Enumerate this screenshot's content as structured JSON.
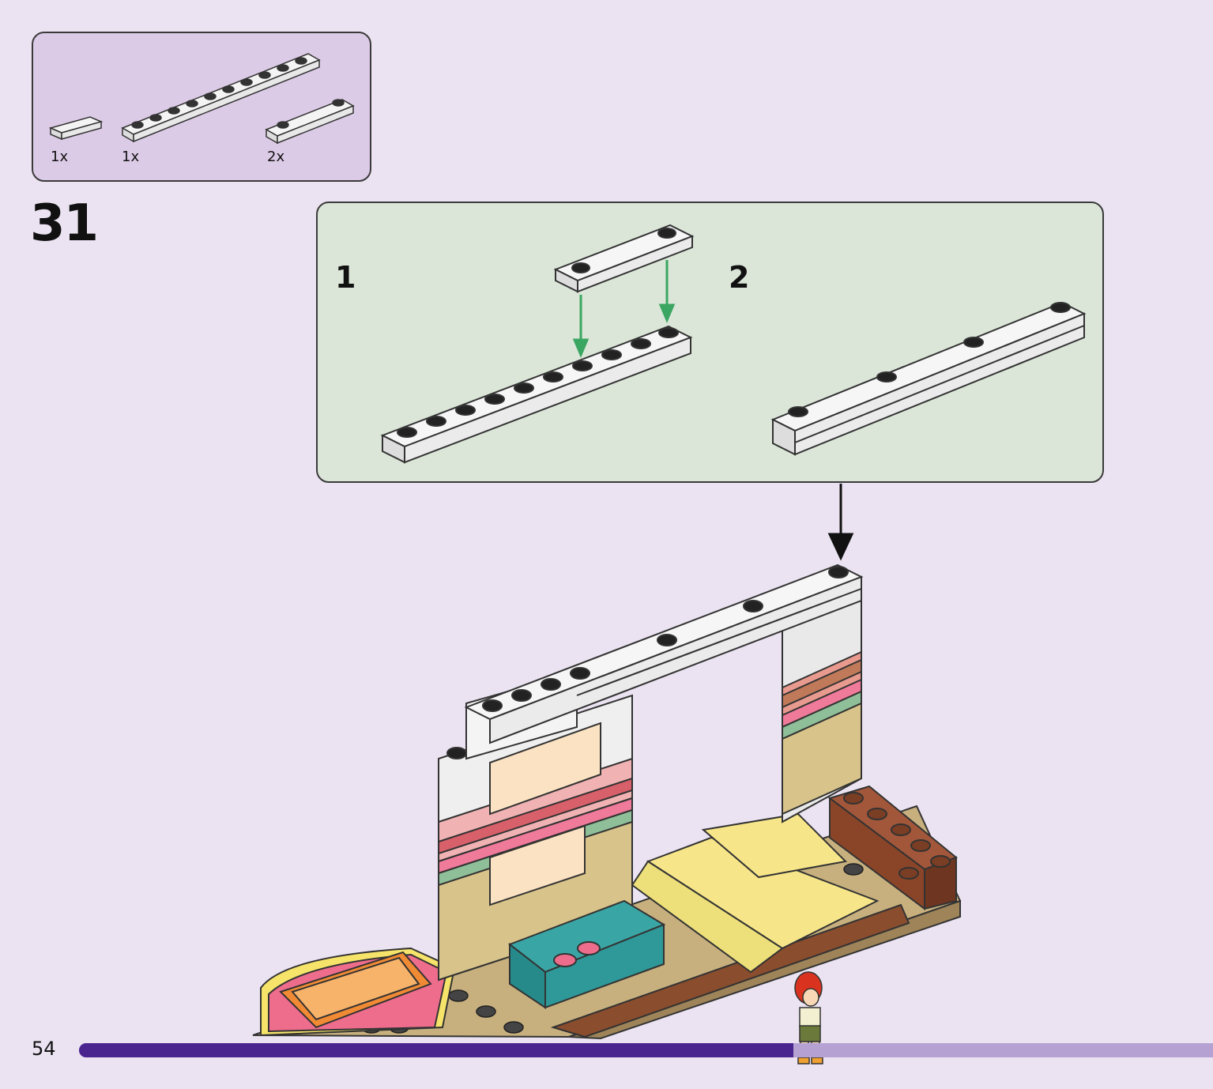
{
  "parts_list": {
    "items": [
      {
        "part": "tile-1x2-white",
        "quantity": "1x"
      },
      {
        "part": "plate-1x10-white",
        "quantity": "1x"
      },
      {
        "part": "plate-1x4-white",
        "quantity": "2x"
      }
    ]
  },
  "step": {
    "number": "31"
  },
  "sub_steps": [
    {
      "label": "1"
    },
    {
      "label": "2"
    }
  ],
  "page": {
    "number": "54"
  },
  "progress": {
    "fraction": 0.63
  },
  "colors": {
    "background": "#ebe3f1",
    "parts_box": "#dccbe6",
    "sub_box": "#dbe6d8",
    "arrow_green": "#3aa661",
    "progress_fill": "#4a2590",
    "progress_track": "#b6a2d2"
  }
}
